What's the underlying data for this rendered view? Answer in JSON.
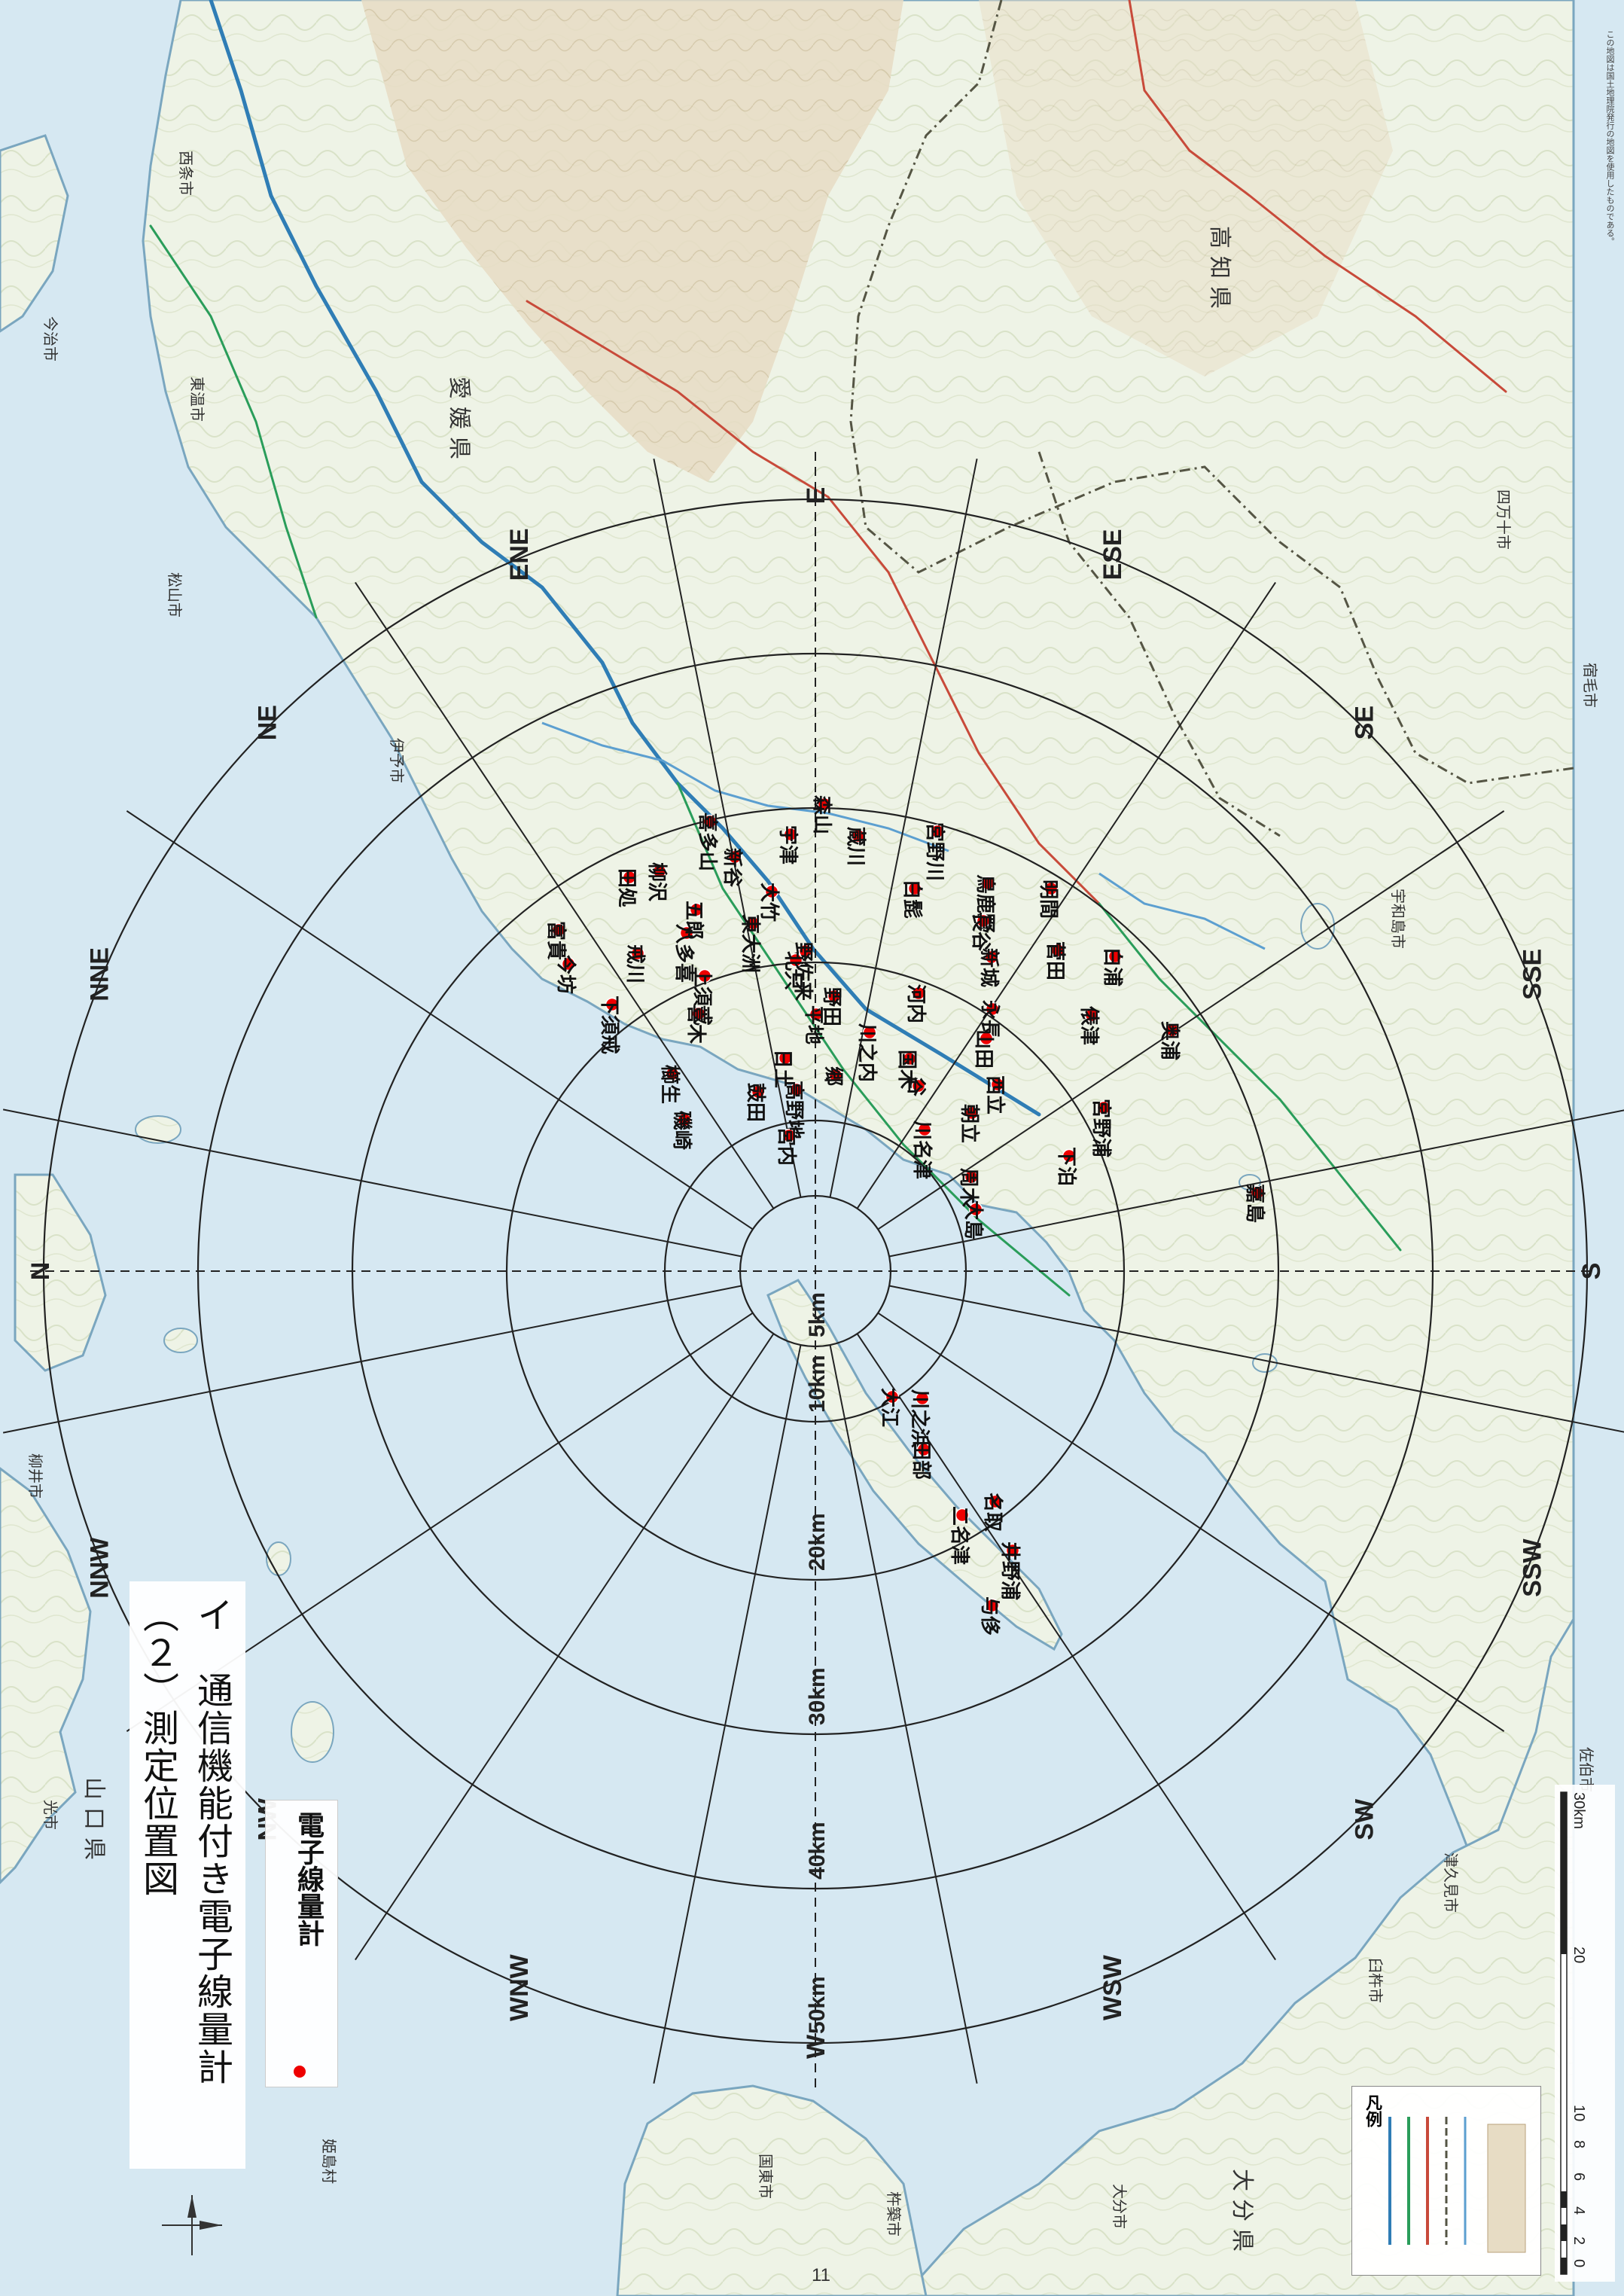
{
  "title": {
    "line1": "（２）測定位置図",
    "line2": "イ　通信機能付き電子線量計"
  },
  "legend": {
    "label": "電子線量計"
  },
  "page_number": "11",
  "directions": [
    "N",
    "NNE",
    "NE",
    "ENE",
    "E",
    "ESE",
    "SE",
    "SSE",
    "S",
    "SSW",
    "SW",
    "WSW",
    "W",
    "WNW",
    "NW",
    "NNW"
  ],
  "distance_labels": [
    "5km",
    "10km",
    "20km",
    "30km",
    "40km",
    "50km"
  ],
  "scale_labels": [
    "0",
    "2",
    "4",
    "6",
    "8",
    "10",
    "20",
    "30km"
  ],
  "map_legend": {
    "title": "凡例"
  },
  "prefectures": [
    "愛媛県",
    "高知県",
    "山口県",
    "大分県"
  ],
  "towns": [
    "松山市",
    "伊予市",
    "今治市",
    "東温市",
    "西条市",
    "四万十市",
    "宿毛市",
    "宇和島市",
    "佐伯市",
    "津久見市",
    "臼杵市",
    "大分市",
    "国東市",
    "杵築市",
    "柳井市",
    "光市",
    "姫島村"
  ],
  "stations": [
    {
      "name": "森山"
    },
    {
      "name": "宇津"
    },
    {
      "name": "喜多山"
    },
    {
      "name": "新谷"
    },
    {
      "name": "柳沢"
    },
    {
      "name": "田処"
    },
    {
      "name": "富貴"
    },
    {
      "name": "今坊"
    },
    {
      "name": "八多喜"
    },
    {
      "name": "五郎"
    },
    {
      "name": "大竹"
    },
    {
      "name": "蔵川"
    },
    {
      "name": "宮野川"
    },
    {
      "name": "鳥鹿野"
    },
    {
      "name": "白髭"
    },
    {
      "name": "長谷"
    },
    {
      "name": "明間"
    },
    {
      "name": "野佐来"
    },
    {
      "name": "北只"
    },
    {
      "name": "東大洲"
    },
    {
      "name": "菅田"
    },
    {
      "name": "新城"
    },
    {
      "name": "白浦"
    },
    {
      "name": "河内"
    },
    {
      "name": "野田"
    },
    {
      "name": "平地"
    },
    {
      "name": "上須戒"
    },
    {
      "name": "下須戒"
    },
    {
      "name": "戒川"
    },
    {
      "name": "喜木"
    },
    {
      "name": "櫛生"
    },
    {
      "name": "永長"
    },
    {
      "name": "俵津"
    },
    {
      "name": "奥浦"
    },
    {
      "name": "川之内"
    },
    {
      "name": "国木"
    },
    {
      "name": "山田"
    },
    {
      "name": "西立"
    },
    {
      "name": "宮野浦"
    },
    {
      "name": "日土"
    },
    {
      "name": "高野地"
    },
    {
      "name": "鼓田"
    },
    {
      "name": "郷"
    },
    {
      "name": "谷"
    },
    {
      "name": "朝立"
    },
    {
      "name": "磯崎"
    },
    {
      "name": "宮内"
    },
    {
      "name": "川名津"
    },
    {
      "name": "周木"
    },
    {
      "name": "下泊"
    },
    {
      "name": "嘉島"
    },
    {
      "name": "大島"
    },
    {
      "name": "川之浜"
    },
    {
      "name": "大江"
    },
    {
      "name": "田部"
    },
    {
      "name": "名取"
    },
    {
      "name": "二名津"
    },
    {
      "name": "井野浦"
    },
    {
      "name": "与侈"
    }
  ],
  "notes": "この地図は国土地理院発行の地図を使用したものである。"
}
